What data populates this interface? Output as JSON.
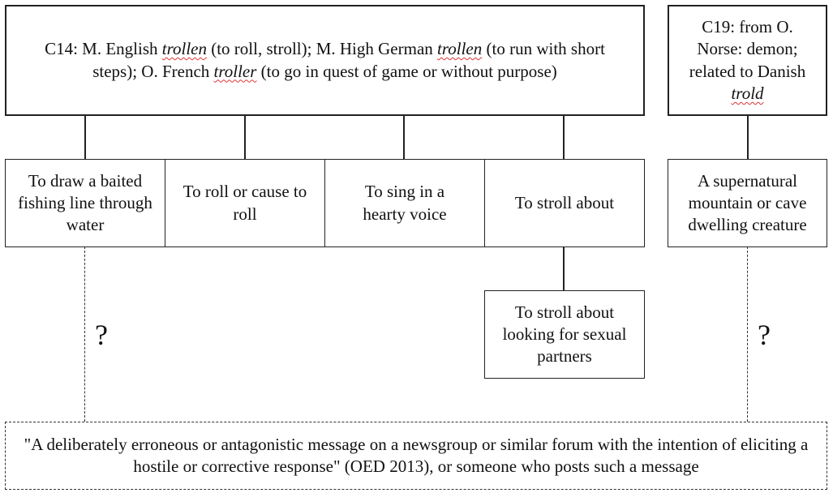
{
  "origin_main": {
    "prefix": "C14: M. English",
    "word1": "trollen",
    "mid1": "(to roll, stroll); M. High German",
    "word2": "trollen",
    "mid2": "(to run with short steps); O. French",
    "word3": "troller",
    "suffix": "(to go in quest of game or without purpose)"
  },
  "origin_norse": {
    "prefix": "C19: from O. Norse: demon; related to Danish",
    "word": "trold"
  },
  "senses": [
    "To draw a baited fishing line through water",
    "To roll or cause to roll",
    "To sing in a hearty voice",
    "To stroll about"
  ],
  "creature": "A supernatural mountain or cave dwelling creature",
  "stroll_sexual": "To stroll about looking for sexual partners",
  "question_left": "?",
  "question_right": "?",
  "definition": "\"A deliberately erroneous or antagonistic message on a newsgroup or similar forum with the intention of eliciting a hostile or corrective response\" (OED 2013), or someone who posts such a message"
}
